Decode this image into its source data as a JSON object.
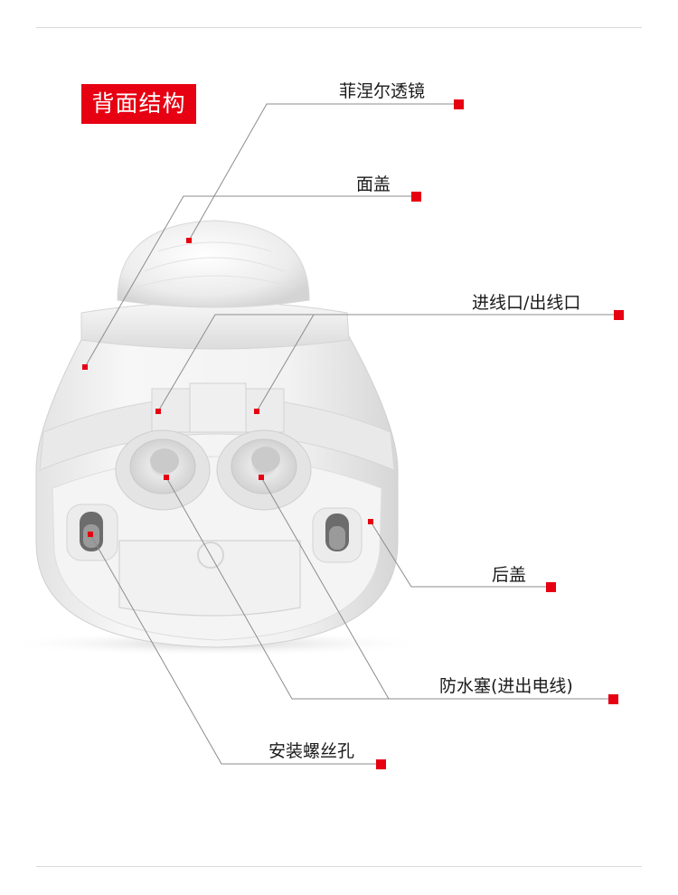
{
  "heading": "背面结构",
  "labels": {
    "fresnel": "菲涅尔透镜",
    "face_cover": "面盖",
    "cable_port": "进线口/出线口",
    "back_cover": "后盖",
    "waterproof_plug": "防水塞(进出电线)",
    "mount_hole": "安装螺丝孔"
  },
  "colors": {
    "accent": "#e60012",
    "leader": "#8c8c8c",
    "text": "#1a1a1a"
  }
}
